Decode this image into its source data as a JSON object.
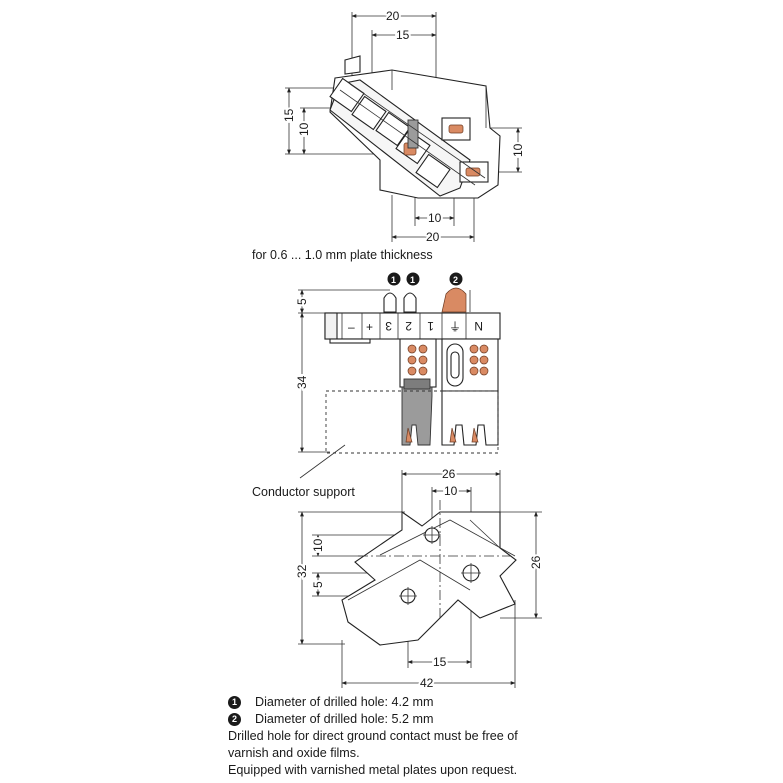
{
  "top_view": {
    "dims": {
      "width_20_top": "20",
      "width_15_top": "15",
      "height_15_left": "15",
      "height_10_left": "10",
      "height_10_right": "10",
      "width_10_bottom": "10",
      "width_20_bottom": "20"
    },
    "caption": "for 0.6 ... 1.0 mm plate thickness"
  },
  "side_view": {
    "markers": [
      "1",
      "1",
      "2"
    ],
    "dims": {
      "height_5": "5",
      "height_34": "34"
    },
    "terminal_labels": [
      "–",
      "+",
      "3",
      "2",
      "1",
      "⏚",
      "N"
    ],
    "callout": "Conductor support"
  },
  "hole_view": {
    "dims": {
      "width_26": "26",
      "width_10": "10",
      "height_10": "10",
      "height_32": "32",
      "height_5": "5",
      "height_26_right": "26",
      "width_15": "15",
      "width_42": "42"
    }
  },
  "notes": [
    {
      "marker": "1",
      "text": "Diameter of drilled hole: 4.2 mm"
    },
    {
      "marker": "2",
      "text": "Diameter of drilled hole: 5.2 mm"
    },
    {
      "marker": "",
      "text": "Drilled hole for direct ground contact must be free of"
    },
    {
      "marker": "",
      "text": "varnish and oxide films."
    },
    {
      "marker": "",
      "text": "Equipped with varnished metal plates upon request."
    }
  ]
}
